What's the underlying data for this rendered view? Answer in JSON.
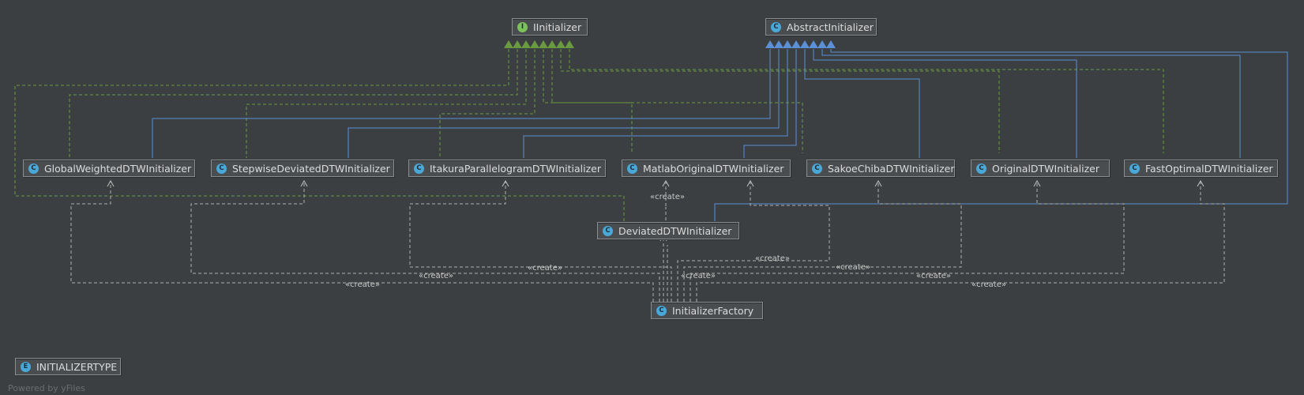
{
  "nodes": {
    "iinitializer": {
      "label": "IInitializer",
      "kind": "I"
    },
    "abstract": {
      "label": "AbstractInitializer",
      "kind": "C"
    },
    "global": {
      "label": "GlobalWeightedDTWInitializer",
      "kind": "C"
    },
    "stepwise": {
      "label": "StepwiseDeviatedDTWInitializer",
      "kind": "C"
    },
    "itakura": {
      "label": "ItakuraParallelogramDTWInitializer",
      "kind": "C"
    },
    "matlab": {
      "label": "MatlabOriginalDTWInitializer",
      "kind": "C"
    },
    "sakoe": {
      "label": "SakoeChibaDTWInitializer",
      "kind": "C"
    },
    "original": {
      "label": "OriginalDTWInitializer",
      "kind": "C"
    },
    "fastoptimal": {
      "label": "FastOptimalDTWInitializer",
      "kind": "C"
    },
    "deviated": {
      "label": "DeviatedDTWInitializer",
      "kind": "C"
    },
    "factory": {
      "label": "InitializerFactory",
      "kind": "C"
    },
    "type": {
      "label": "INITIALIZERTYPE",
      "kind": "E"
    }
  },
  "create_label": "«create»",
  "footer": "Powered by yFiles",
  "colors": {
    "background": "#3c3f41",
    "implements": "#6a9a40",
    "extends": "#5b8fd6",
    "dependency": "#b0b0b0"
  }
}
